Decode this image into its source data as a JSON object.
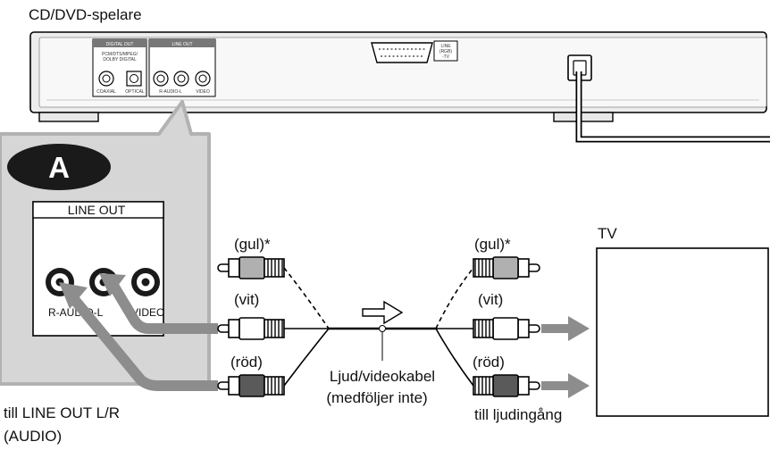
{
  "device": {
    "title": "CD/DVD-spelare",
    "digital_out": "DIGITAL OUT",
    "pcm_dts": "PCM/DTS/MPEG/",
    "dolby_digital": "DOLBY DIGITAL",
    "coaxial": "COAXIAL",
    "optical": "OPTICAL",
    "line_out": "LINE OUT",
    "r_audio_l": "R-AUDIO-L",
    "video": "VIDEO",
    "line_rgb": "LINE",
    "rgb": "(RGB)",
    "tv_small": "-TV"
  },
  "inset": {
    "badge": "A",
    "panel_title": "LINE OUT",
    "jack_label_left": "R-AUDIO-L",
    "jack_label_right": "VIDEO"
  },
  "cables": {
    "yellow_left": "(gul)*",
    "white_left": "(vit)",
    "red_left": "(röd)",
    "yellow_right": "(gul)*",
    "white_right": "(vit)",
    "red_right": "(röd)",
    "cable_line1": "Ljud/videokabel",
    "cable_line2": "(medföljer inte)"
  },
  "captions": {
    "line_out_lr_1": "till LINE OUT L/R",
    "line_out_lr_2": "(AUDIO)",
    "audio_input": "till ljudingång"
  },
  "tv": {
    "label": "TV"
  }
}
